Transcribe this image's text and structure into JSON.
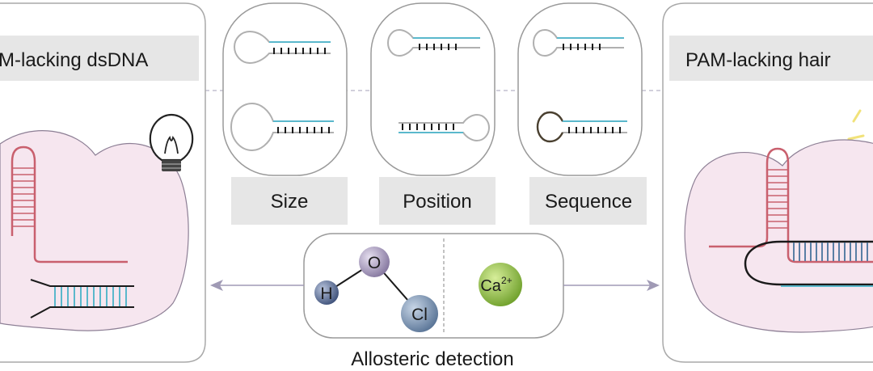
{
  "left_panel": {
    "title": "M-lacking dsDNA"
  },
  "right_panel": {
    "title": "PAM-lacking hair"
  },
  "variables": [
    {
      "label": "Size"
    },
    {
      "label": "Position"
    },
    {
      "label": "Sequence"
    }
  ],
  "allosteric": {
    "caption": "Allosteric detection",
    "atoms": {
      "h": "H",
      "o": "O",
      "cl": "Cl"
    },
    "ion": {
      "symbol": "Ca",
      "charge": "2+"
    }
  },
  "icons": {
    "left": "lightbulb-icon",
    "right": "light-rays-icon"
  },
  "colors": {
    "dna_blue": "#5ab8cc",
    "hairpin_red": "#c9606e",
    "protein_fill": "#f6e6ef",
    "frame_gray": "#a9a9a9",
    "label_box": "#e6e6e6",
    "h_atom": "#4b5f86",
    "o_atom": "#9a8db5",
    "cl_atom": "#6b86a8",
    "ca_ion": "#8bbf3f"
  }
}
